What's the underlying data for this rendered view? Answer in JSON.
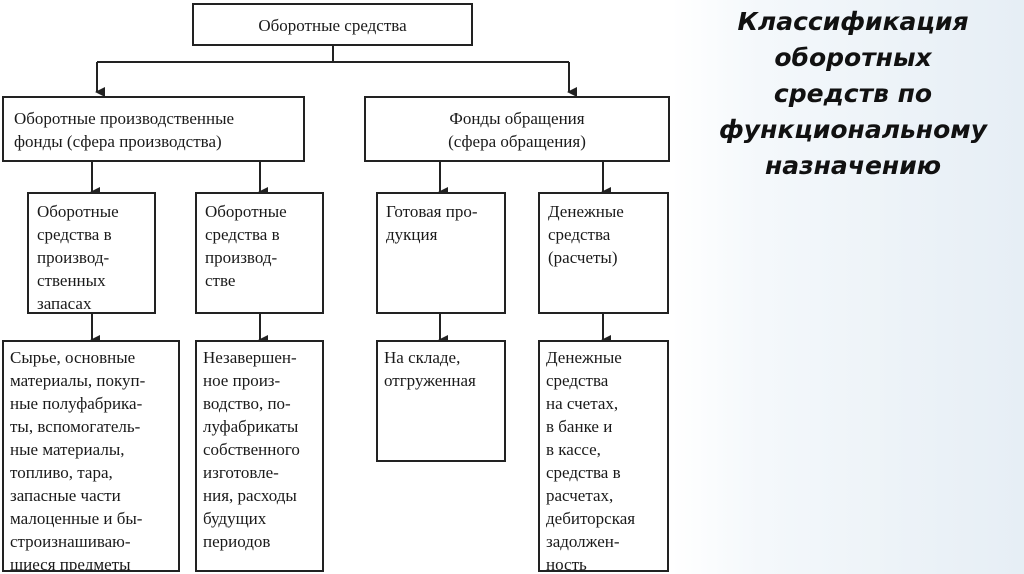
{
  "slide_title": "Классификация\nоборотных\nсредств по\nфункциональному\nназначению",
  "nodes": {
    "root": "Оборотные средства",
    "production_funds": "Оборотные производственные\nфонды (сфера производства)",
    "circulation_funds": "Фонды обращения\n(сфера обращения)",
    "prod_stocks": "Оборотные\nсредства в\nпроизвод-\nственных\nзапасах",
    "in_production": "Оборотные\nсредства в\nпроизвод-\nстве",
    "finished_goods": "Готовая про-\nдукция",
    "cash": "Денежные\nсредства\n(расчеты)",
    "prod_stocks_items": "Сырье, основные\nматериалы, покуп-\nные полуфабрика-\nты, вспомогатель-\nные материалы,\nтопливо, тара,\nзапасные части\nмалоценные и бы-\nстроизнашиваю-\nщиеся предметы",
    "in_production_items": "Незавершен-\nное произ-\nводство, по-\nлуфабрикаты\nсобственного\nизготовле-\nния, расходы\nбудущих\nпериодов",
    "finished_goods_items": "На складе,\nотгруженная",
    "cash_items": "Денежные\nсредства\nна счетах,\nв банке и\nв кассе,\nсредства в\nрасчетах,\nдебиторская\nзадолжен-\nность"
  }
}
